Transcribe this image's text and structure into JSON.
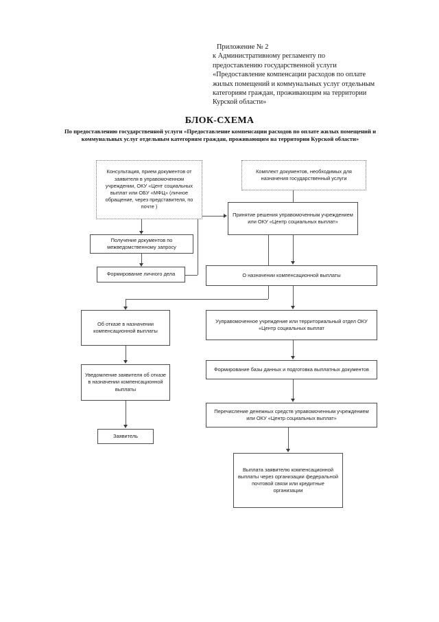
{
  "document": {
    "header_lines": [
      "Приложение № 2",
      "к Административному  регламенту по",
      "предоставлению государственной услуги",
      "«Предоставление компенсации расходов по оплате",
      "жилых помещений и коммунальных услуг отдельным",
      "категориям граждан, проживающим на территории",
      "Курской области»"
    ],
    "title": "БЛОК-СХЕМА",
    "subtitle": "По предоставлению государственной услуги «Предоставление компенсации расходов  по оплате жилых помещений и коммунальных услуг отдельным категориям граждан, проживающим на территории Курской области»"
  },
  "chart_data": {
    "type": "diagram",
    "title": "БЛОК-СХЕМА",
    "nodes": [
      {
        "id": "consultation",
        "label": "Консультация, прием документов от заявителя в управомоченном учреждении, ОКУ «Цент социальных выплат или  ОБУ «МФЦ» (личное обращение, через представителя, по почте )",
        "style": "dotted"
      },
      {
        "id": "documents-set",
        "label": "Комплект документов, необходимых для назначения государственный услуги",
        "style": "dotted"
      },
      {
        "id": "decision",
        "label": "Принятие решения  управомоченным учреждением или ОКУ «Центр социальных выплат»",
        "style": "solid"
      },
      {
        "id": "interdepartmental-request",
        "label": "Получение документов по межведомственному запросу",
        "style": "solid"
      },
      {
        "id": "personal-file",
        "label": "Формирование личного дела",
        "style": "solid"
      },
      {
        "id": "assignment",
        "label": "О назначении  компенсационной выплаты",
        "style": "solid"
      },
      {
        "id": "refusal",
        "label": "Об отказе в назначении компенсационной выплаты",
        "style": "solid"
      },
      {
        "id": "authorized-institution",
        "label": "Ууправомоченное учреждение или территориальный отдел ОКУ «Центр социальных выплат",
        "style": "solid"
      },
      {
        "id": "refusal-notice",
        "label": "Уведомление заявителя об отказе в назначении компенсационной выплаты",
        "style": "solid"
      },
      {
        "id": "database",
        "label": "Формирование базы данных и подготовка выплатных документов",
        "style": "solid"
      },
      {
        "id": "transfer-funds",
        "label": "Перечисление денежных средств  управомоченным учреждением или ОКУ «Центр социальных выплат»",
        "style": "solid"
      },
      {
        "id": "applicant",
        "label": "Заявитель",
        "style": "solid"
      },
      {
        "id": "payout",
        "label": "Выплата заявителю компенсационной выплаты через организации федеральной почтовой связи или кредитные организации",
        "style": "solid"
      }
    ],
    "edges": [
      {
        "from": "consultation",
        "to": "interdepartmental-request"
      },
      {
        "from": "documents-set",
        "to": "decision"
      },
      {
        "from": "interdepartmental-request",
        "to": "personal-file"
      },
      {
        "from": "personal-file",
        "to": "decision"
      },
      {
        "from": "decision",
        "to": "assignment"
      },
      {
        "from": "decision",
        "to": "refusal"
      },
      {
        "from": "assignment",
        "to": "authorized-institution"
      },
      {
        "from": "refusal",
        "to": "refusal-notice"
      },
      {
        "from": "authorized-institution",
        "to": "database"
      },
      {
        "from": "refusal-notice",
        "to": "applicant"
      },
      {
        "from": "database",
        "to": "transfer-funds"
      },
      {
        "from": "transfer-funds",
        "to": "payout"
      }
    ]
  }
}
